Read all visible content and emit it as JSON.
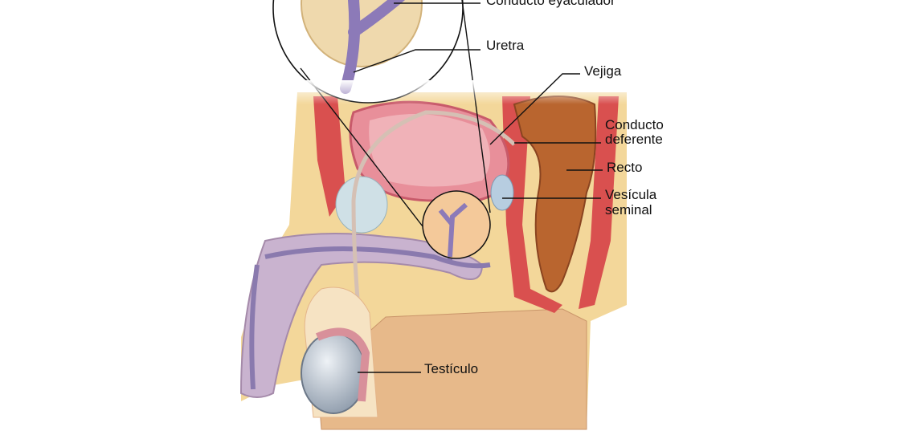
{
  "labels": {
    "ejaculatory_duct": "Conducto eyaculador",
    "urethra": "Uretra",
    "bladder": "Vejiga",
    "vas_deferens_1": "Conducto",
    "vas_deferens_2": "deferente",
    "rectum": "Recto",
    "seminal_vesicle_1": "Vesícula",
    "seminal_vesicle_2": "seminal",
    "testicle": "Testículo"
  }
}
